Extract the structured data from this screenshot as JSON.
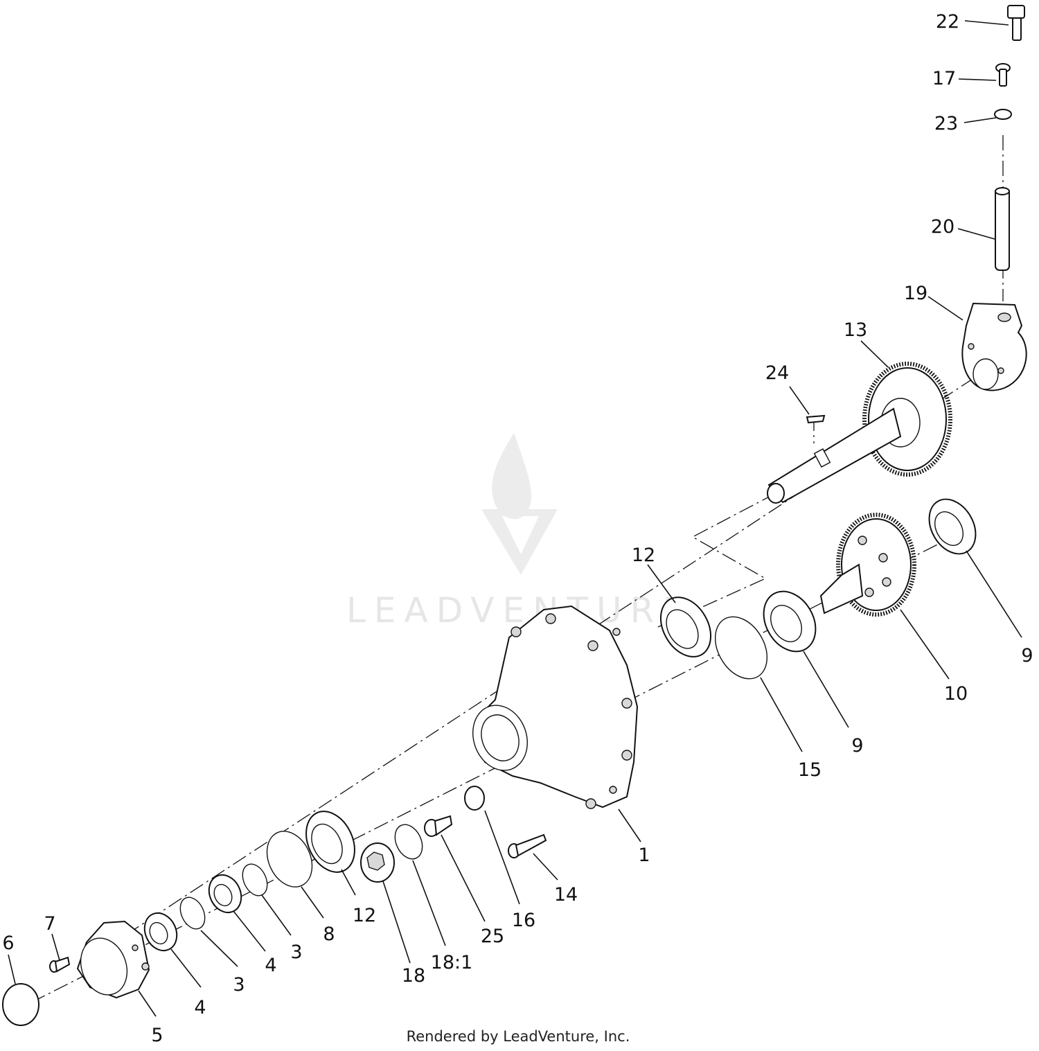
{
  "watermark": {
    "text": "LEADVENTURE"
  },
  "footer": {
    "text": "Rendered by LeadVenture, Inc."
  },
  "callouts": {
    "c22": "22",
    "c17": "17",
    "c23": "23",
    "c20": "20",
    "c19": "19",
    "c13": "13",
    "c24": "24",
    "c12a": "12",
    "c9a": "9",
    "c10": "10",
    "c9b": "9",
    "c15": "15",
    "c1": "1",
    "c14": "14",
    "c16": "16",
    "c25": "25",
    "c18_1": "18:1",
    "c18": "18",
    "c12b": "12",
    "c8": "8",
    "c3a": "3",
    "c4a": "4",
    "c3b": "3",
    "c4b": "4",
    "c5": "5",
    "c7": "7",
    "c6": "6"
  }
}
